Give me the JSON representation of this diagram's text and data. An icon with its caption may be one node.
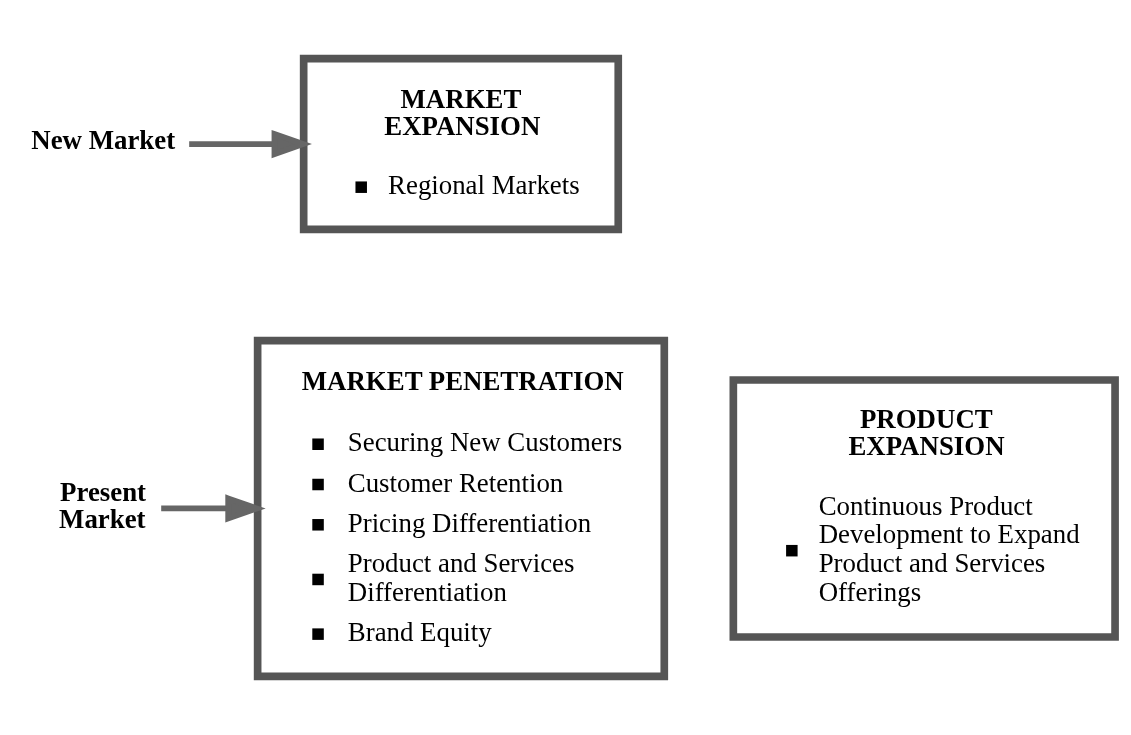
{
  "diagram": {
    "nodes": [
      {
        "text": [
          "Present Market"
        ]
      },
      {
        "text": [
          "MARKET PENETRATION",
          "Securing New Customers",
          "Customer Retention",
          "Pricing Differentiation",
          "Product and Services Differentiation",
          "Brand Equity"
        ]
      },
      {
        "text": [
          "PRODUCT EXPANSION",
          "Continuous Product Development to Expand Product and Services Offerings"
        ]
      },
      {
        "text": [
          "New Market"
        ]
      },
      {
        "text": [
          "MARKET EXPANSION",
          "Regional Markets"
        ]
      }
    ],
    "edges": [
      {
        "from": 0,
        "to": 1,
        "arrow": "to"
      },
      {
        "from": 3,
        "to": 4,
        "arrow": "to"
      }
    ]
  }
}
